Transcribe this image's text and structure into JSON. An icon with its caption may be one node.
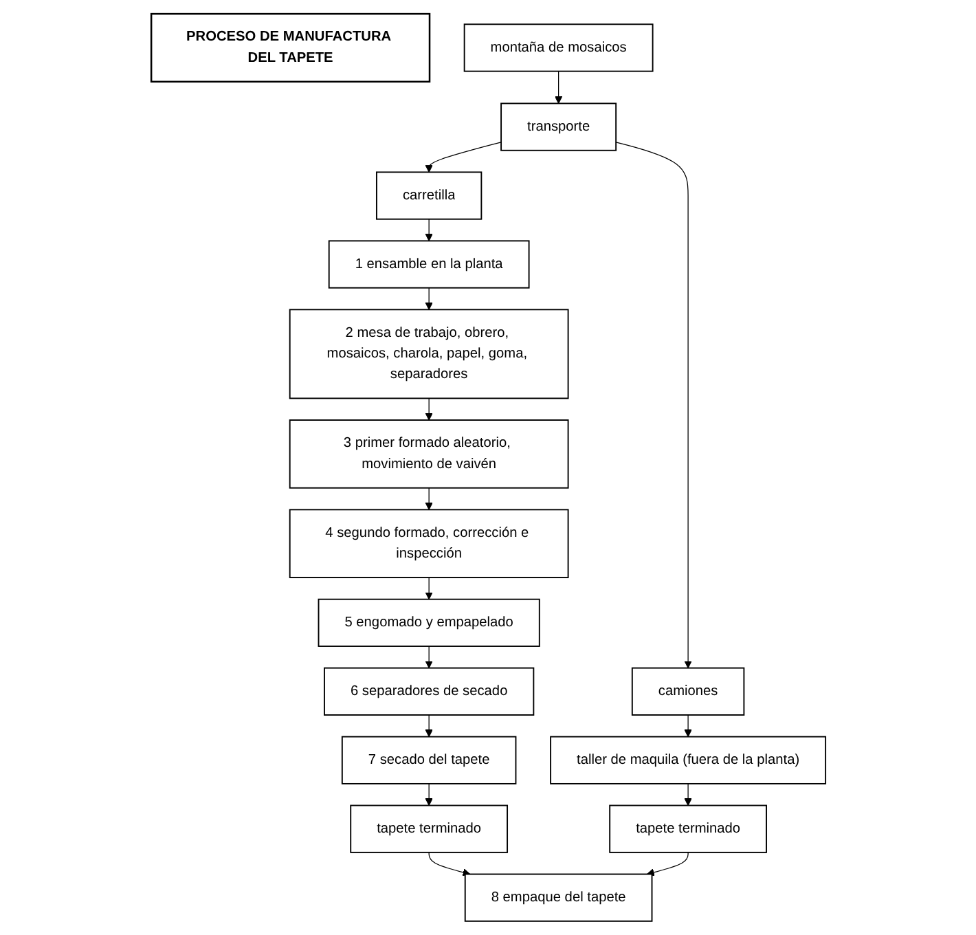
{
  "diagram": {
    "nodes": [
      {
        "text": [
          "PROCESO DE MANUFACTURA DEL TAPETE"
        ]
      },
      {
        "text": [
          "montaña de mosaicos"
        ]
      },
      {
        "text": [
          "transporte"
        ]
      },
      {
        "text": [
          "camiones"
        ]
      },
      {
        "text": [
          "carretilla"
        ]
      },
      {
        "text": [
          "taller de maquila (fuera de la planta)"
        ]
      },
      {
        "text": [
          "1 ensamble en la planta"
        ]
      },
      {
        "text": [
          "2 mesa de trabajo, obrero, mosaicos, charola, papel, goma, separadores"
        ]
      },
      {
        "text": [
          "3 primer formado aleatorio, movimiento de vaivén"
        ]
      },
      {
        "text": [
          "4 segundo formado, corrección e inspección"
        ]
      },
      {
        "text": [
          "5 engomado y empapelado"
        ]
      },
      {
        "text": [
          "6 separadores de secado"
        ]
      },
      {
        "text": [
          "7 secado del tapete"
        ]
      },
      {
        "text": [
          "tapete terminado"
        ]
      },
      {
        "text": [
          "tapete terminado"
        ]
      },
      {
        "text": [
          "8 empaque del tapete"
        ]
      }
    ],
    "edges": [
      {
        "from": 1,
        "to": 2,
        "arrow": "to"
      },
      {
        "from": 2,
        "to": 3,
        "arrow": "to"
      },
      {
        "from": 2,
        "to": 4,
        "arrow": "to"
      },
      {
        "from": 3,
        "to": 5,
        "arrow": "to"
      },
      {
        "from": 4,
        "to": 6,
        "arrow": "to"
      },
      {
        "from": 5,
        "to": 13,
        "arrow": "to"
      },
      {
        "from": 6,
        "to": 7,
        "arrow": "to"
      },
      {
        "from": 7,
        "to": 8,
        "arrow": "to"
      },
      {
        "from": 8,
        "to": 9,
        "arrow": "to"
      },
      {
        "from": 9,
        "to": 10,
        "arrow": "to"
      },
      {
        "from": 10,
        "to": 11,
        "arrow": "to"
      },
      {
        "from": 11,
        "to": 12,
        "arrow": "to"
      },
      {
        "from": 12,
        "to": 14,
        "arrow": "to"
      },
      {
        "from": 14,
        "to": 15,
        "arrow": "to"
      },
      {
        "from": 13,
        "to": 15,
        "arrow": "to"
      }
    ]
  }
}
